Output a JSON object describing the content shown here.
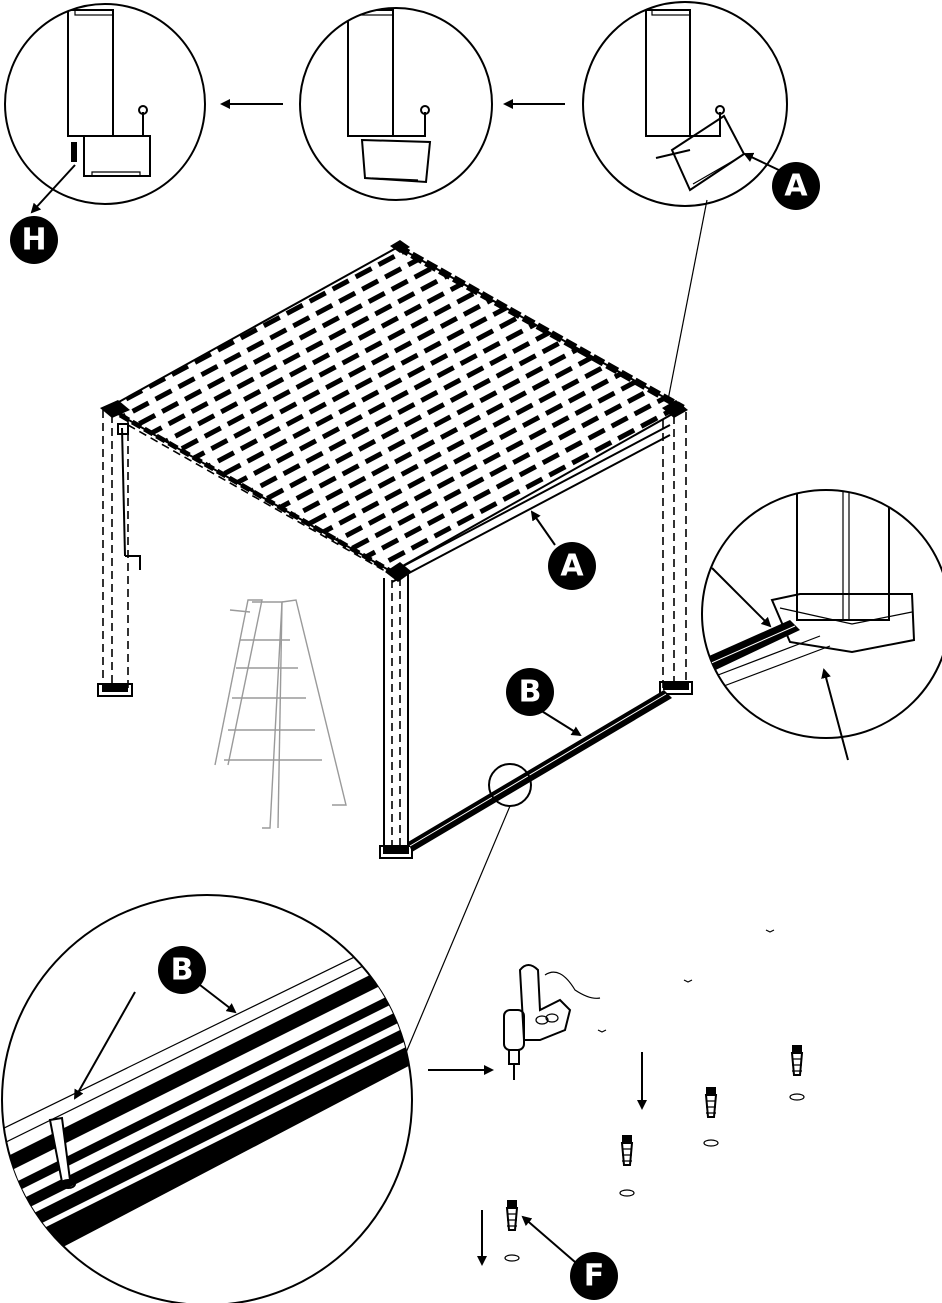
{
  "callouts": {
    "a_top": "A",
    "h_top": "H",
    "a_middle": "A",
    "b_middle": "B",
    "b_detail": "B",
    "f_bottom": "F"
  },
  "colors": {
    "ink": "#000000",
    "ladder": "#9a9a9a",
    "background": "#ffffff"
  }
}
